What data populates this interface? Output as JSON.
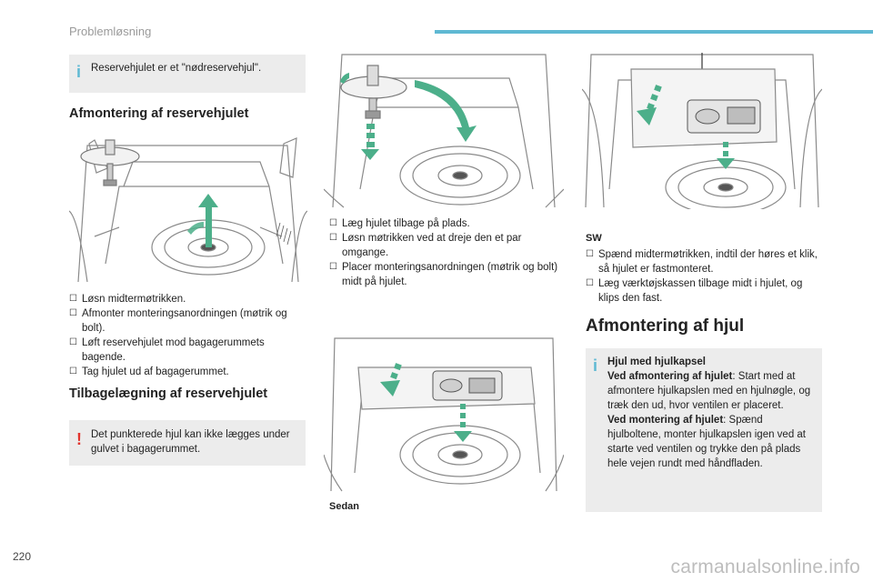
{
  "header": {
    "section": "Problemløsning",
    "bar_color": "#5fb9d3"
  },
  "page_number": "220",
  "watermark": "carmanualsonline.info",
  "col1": {
    "info_note": "Reservehjulet er et \"nødreservehjul\".",
    "heading_remove": "Afmontering af reservehjulet",
    "remove_steps": [
      "Løsn midtermøtrikken.",
      "Afmonter monteringsanordningen (møtrik og bolt).",
      "Løft reservehjulet mod bagagerummets bagende.",
      "Tag hjulet ud af bagagerummet."
    ],
    "heading_refit": "Tilbagelægning af reservehjulet",
    "warning_note": "Det punkterede hjul kan ikke lægges under gulvet i bagagerummet."
  },
  "col2": {
    "refit_steps": [
      "Læg hjulet tilbage på plads.",
      "Løsn møtrikken ved at dreje den et par omgange.",
      "Placer monteringsanordningen (møtrik og bolt) midt på hjulet."
    ],
    "sedan_caption": "Sedan"
  },
  "col3": {
    "sw_caption": "SW",
    "sw_steps": [
      "Spænd midtermøtrikken, indtil der høres et klik, så hjulet er fastmonteret.",
      "Læg værktøjskassen tilbage midt i hjulet, og klips den fast."
    ],
    "heading_wheel": "Afmontering af hjul",
    "hubcap_note": {
      "title": "Hjul med hjulkapsel",
      "remove_label": "Ved afmontering af hjulet",
      "remove_text": ": Start med at afmontere hjulkapslen med en hjulnøgle, og træk den ud, hvor ventilen er placeret.",
      "fit_label": "Ved montering af hjulet",
      "fit_text": ": Spænd hjulboltene, monter hjulkapslen igen ved at starte ved ventilen og trykke den på plads hele vejen rundt med håndfladen."
    }
  },
  "colors": {
    "accent_green": "#4caf8a",
    "info_blue": "#5fb9d3",
    "warning_red": "#e2342d",
    "note_bg": "#ececec"
  },
  "icons": {
    "bullet": "check-box-icon",
    "info": "info-icon",
    "warning": "warning-icon"
  }
}
